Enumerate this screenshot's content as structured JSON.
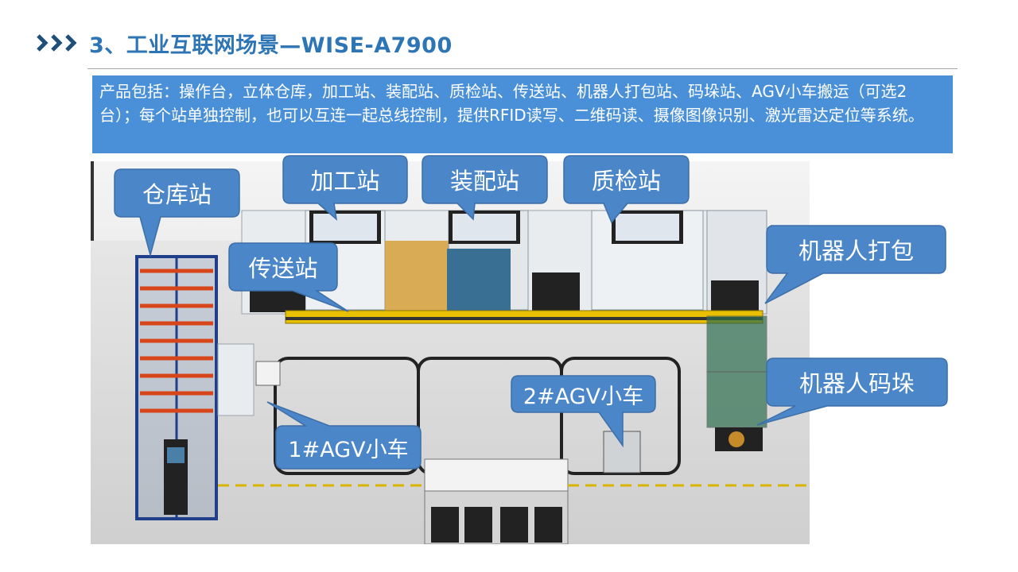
{
  "header": {
    "title": "3、工业互联网场景—WISE-A7900",
    "chevron_icon": "triple-chevron-right-icon",
    "accent_color": "#2e75b6"
  },
  "description": {
    "text": "产品包括：操作台，立体仓库，加工站、装配站、质检站、传送站、机器人打包站、码垛站、AGV小车搬运（可选2台）；每个站单独控制，也可以互连一起总线控制，提供RFID读写、二维码读、摄像图像识别、激光雷达定位等系统。",
    "background_color": "#4a90d9"
  },
  "diagram": {
    "callout_color": "#4a86c8",
    "labels": {
      "warehouse": "仓库站",
      "processing": "加工站",
      "assembly": "装配站",
      "inspection": "质检站",
      "conveyor": "传送站",
      "robot_packing": "机器人打包",
      "robot_palletizing": "机器人码垛",
      "agv1": "1#AGV小车",
      "agv2": "2#AGV小车"
    }
  }
}
